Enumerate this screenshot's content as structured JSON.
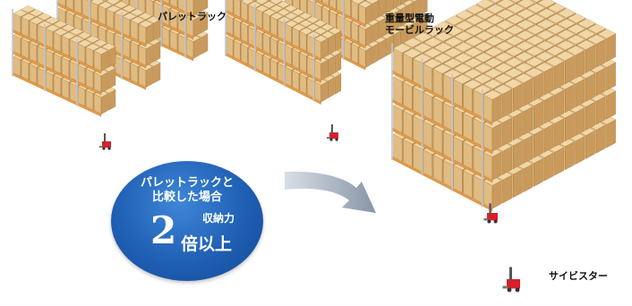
{
  "labels": {
    "pallet_rack": "パレットラック",
    "mobile_rack_line1": "重量型電動",
    "mobile_rack_line2": "モービルラック",
    "saivister": "サイビスター"
  },
  "badge": {
    "line1": "パレットラックと",
    "line2": "比較した場合",
    "capacity_label": "収納力",
    "multiplier": "2",
    "multiplier_suffix": "倍以上"
  },
  "colors": {
    "box_top": "#f1d6a6",
    "box_left": "#e0bb82",
    "box_right": "#c99a5b",
    "rack_upright": "#c0c4ca",
    "rack_beam": "#e59a45",
    "forklift": "#d8202a",
    "badge_blue": "#1f5fb4",
    "arrow": "#9aa8b8"
  }
}
